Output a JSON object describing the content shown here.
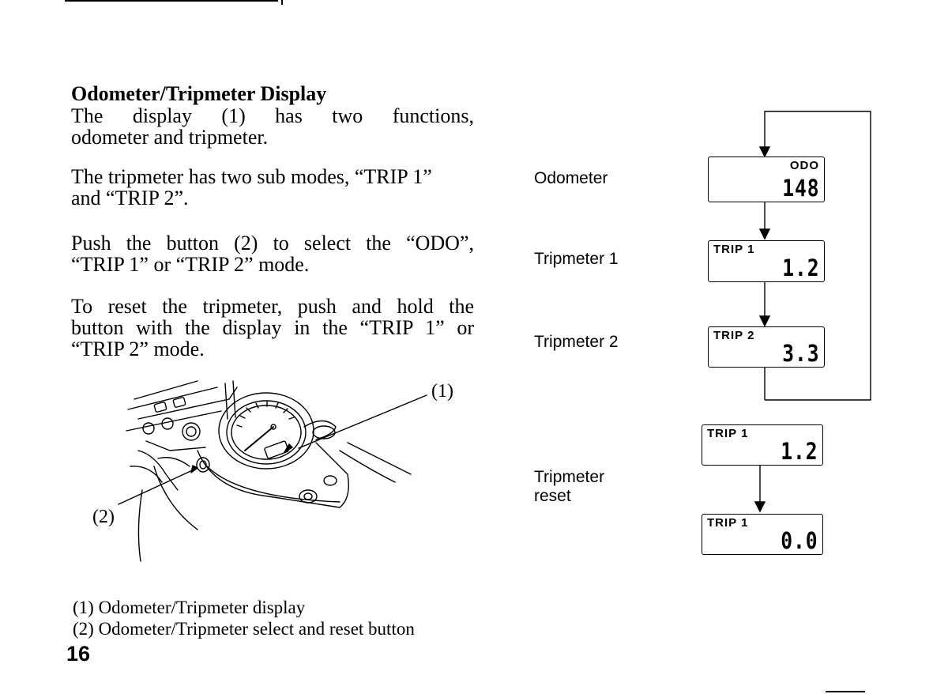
{
  "section": {
    "title": "Odometer/Tripmeter Display",
    "paragraphs": [
      [
        "The display (1) has two functions,",
        "odometer and tripmeter."
      ],
      [
        "The tripmeter has two sub modes, “TRIP 1”",
        "and “TRIP 2”."
      ],
      [
        "Push the button (2) to select the “ODO”,",
        "“TRIP 1” or “TRIP 2” mode."
      ],
      [
        "To reset the tripmeter, push and hold the",
        "button with the display in the “TRIP 1” or",
        "“TRIP 2” mode."
      ]
    ]
  },
  "illustration": {
    "callout_1": "(1)",
    "callout_2": "(2)"
  },
  "captions": [
    "(1)  Odometer/Tripmeter display",
    "(2)  Odometer/Tripmeter select and reset button"
  ],
  "page_number": "16",
  "diagram": {
    "modes": [
      {
        "label": "Odometer",
        "tag": "ODO",
        "value": "148"
      },
      {
        "label": "Tripmeter 1",
        "tag": "TRIP 1",
        "value": "1.2"
      },
      {
        "label": "Tripmeter 2",
        "tag": "TRIP 2",
        "value": "3.3"
      }
    ],
    "reset": {
      "label_lines": [
        "Tripmeter",
        "reset"
      ],
      "before": {
        "tag": "TRIP 1",
        "value": "1.2"
      },
      "after": {
        "tag": "TRIP 1",
        "value": "0.0"
      }
    }
  }
}
